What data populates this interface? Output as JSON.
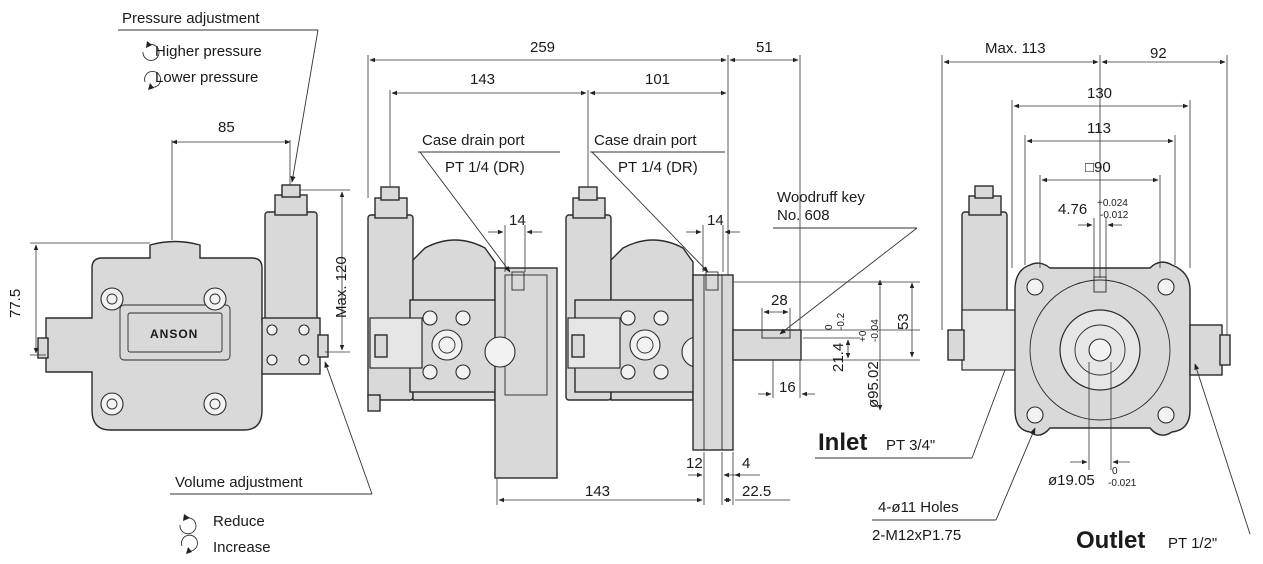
{
  "labels": {
    "pressure_adjustment": "Pressure adjustment",
    "higher_pressure": "Higher pressure",
    "lower_pressure": "Lower pressure",
    "volume_adjustment": "Volume adjustment",
    "reduce": "Reduce",
    "increase": "Increase",
    "case_drain_port": "Case drain port",
    "case_drain_size": "PT 1/4 (DR)",
    "woodruff_key_1": "Woodruff key",
    "woodruff_key_2": "No. 608",
    "inlet": "Inlet",
    "inlet_size": "PT 3/4\"",
    "outlet": "Outlet",
    "outlet_size": "PT 1/2\"",
    "holes_1": "4-ø11 Holes",
    "holes_2": "2-M12xP1.75",
    "brand": "ANSON"
  },
  "dimensions": {
    "d85": "85",
    "d77_5": "77.5",
    "max120": "Max. 120",
    "d259": "259",
    "d51": "51",
    "d143_top": "143",
    "d101": "101",
    "d14_a": "14",
    "d14_b": "14",
    "d28": "28",
    "d53": "53",
    "d21_4": "21.4",
    "d21_4_tol_up": "0",
    "d21_4_tol_dn": "-0.2",
    "d95_02": "ø95.02",
    "d95_02_tol_up": "+0",
    "d95_02_tol_dn": "-0.04",
    "d16": "16",
    "d12": "12",
    "d4": "4",
    "d143_bot": "143",
    "d22_5": "22.5",
    "max113": "Max. 113",
    "d92": "92",
    "d130": "130",
    "d113": "113",
    "sq90": "□90",
    "d4_76": "4.76",
    "d4_76_tol_up": "+0.024",
    "d4_76_tol_dn": "-0.012",
    "d19_05": "ø19.05",
    "d19_05_tol_up": "0",
    "d19_05_tol_dn": "-0.021"
  },
  "colors": {
    "body_fill": "#d9d9d9",
    "line": "#2b2b2b"
  }
}
